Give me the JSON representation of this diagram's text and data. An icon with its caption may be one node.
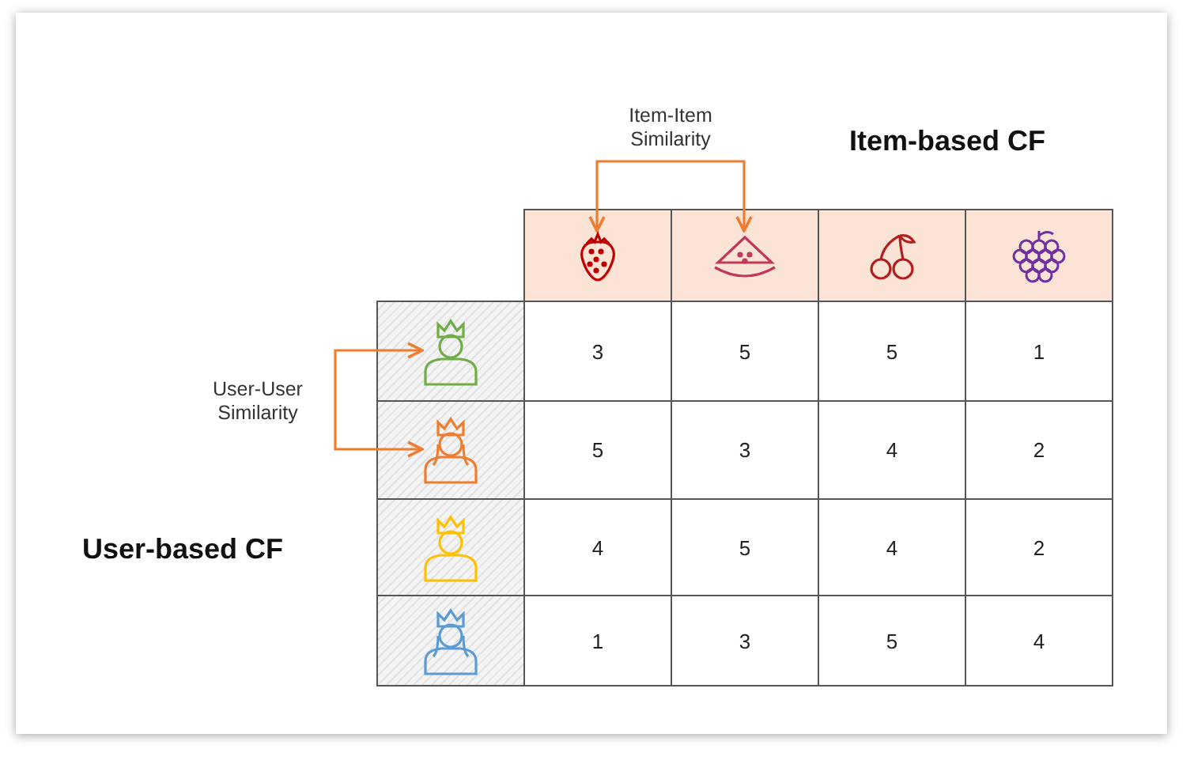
{
  "diagram": {
    "nodes": [
      {
        "text": [],
        "shape": "picture"
      },
      {
        "text": [],
        "shape": "picture"
      },
      {
        "text": [],
        "shape": "picture"
      },
      {
        "text": [],
        "shape": "picture"
      },
      {
        "text": [],
        "shape": "person"
      },
      {
        "text": [],
        "shape": "person"
      },
      {
        "text": [],
        "shape": "person"
      },
      {
        "text": [],
        "shape": "person"
      }
    ],
    "edges": [
      {
        "from": 0,
        "to": 1,
        "arrow": "both",
        "label": "Item-Item Similarity"
      },
      {
        "from": 4,
        "to": 5,
        "arrow": "both",
        "label": "User-User Similarity"
      }
    ],
    "labels": [
      "Item-based CF",
      "3",
      "5",
      "5",
      "1",
      "5",
      "3",
      "4",
      "2",
      "4",
      "5",
      "4",
      "2",
      "1",
      "3",
      "5",
      "4",
      "User-based CF"
    ]
  }
}
